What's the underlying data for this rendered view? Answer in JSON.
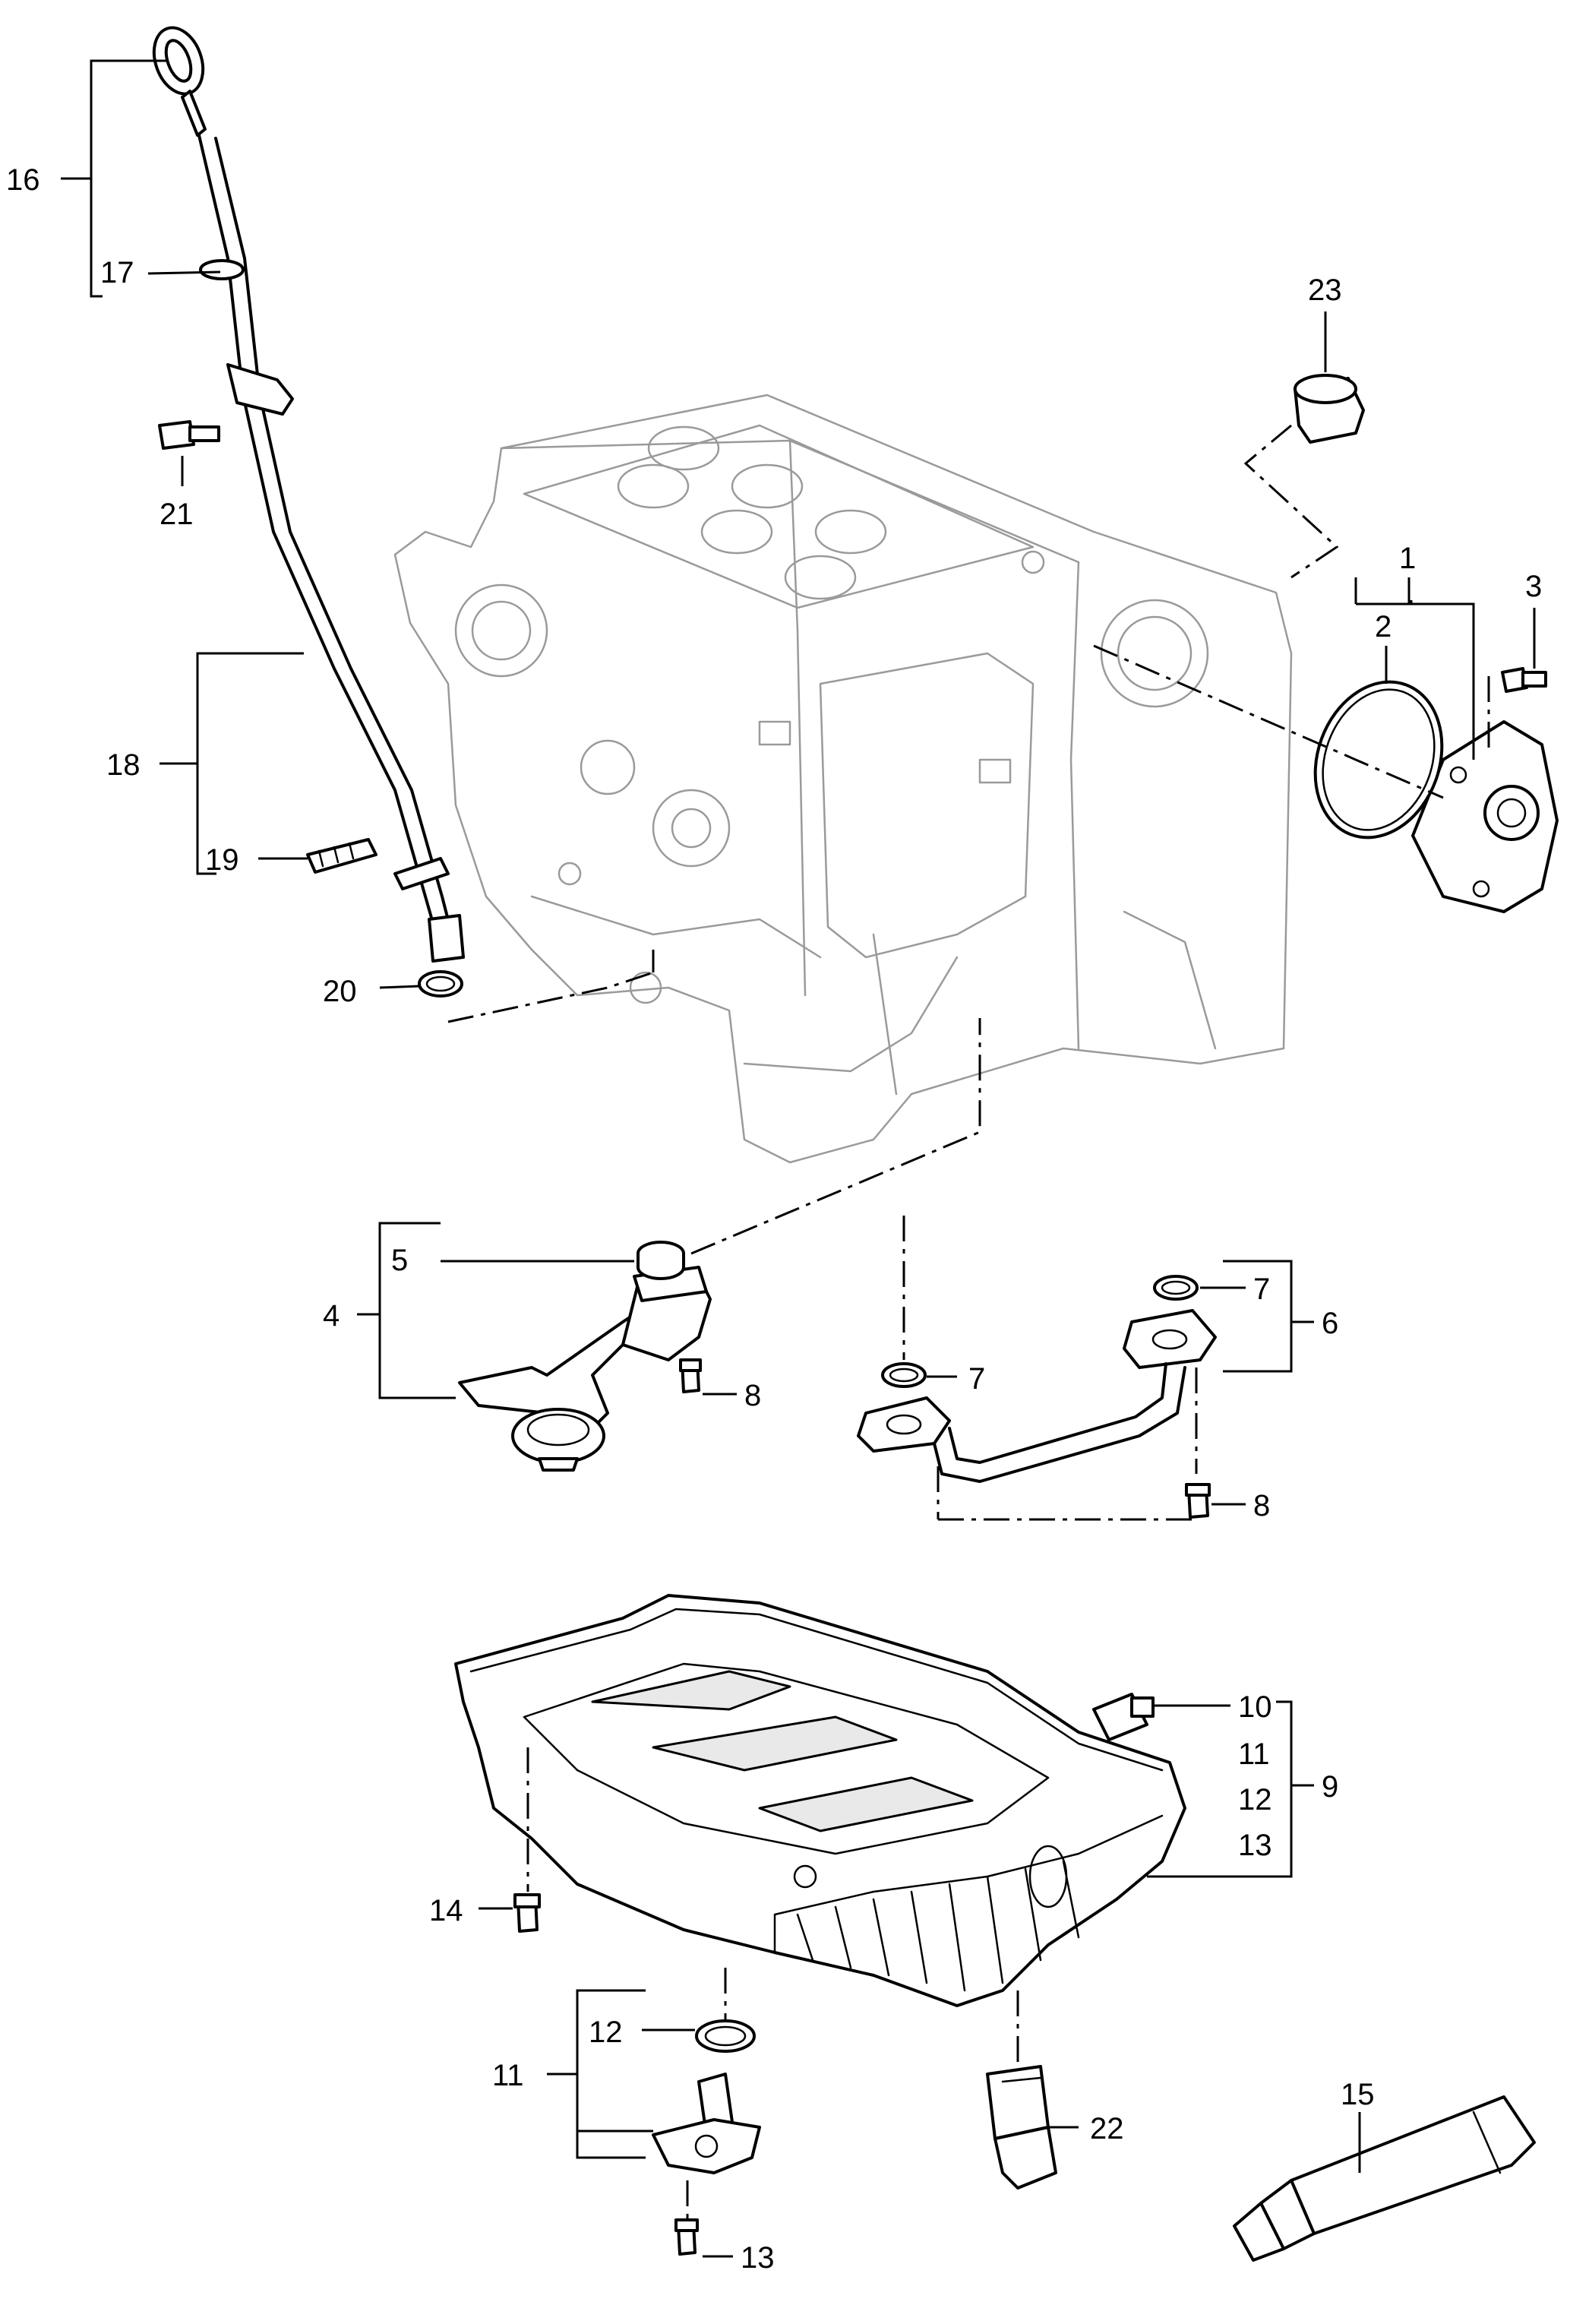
{
  "callouts": {
    "c1": "1",
    "c2": "2",
    "c3": "3",
    "c4": "4",
    "c5": "5",
    "c6": "6",
    "c7a": "7",
    "c7b": "7",
    "c8a": "8",
    "c8b": "8",
    "c9": "9",
    "c10": "10",
    "c11a": "11",
    "c11b": "11",
    "c12a": "12",
    "c12b": "12",
    "c13a": "13",
    "c13b": "13",
    "c14": "14",
    "c15": "15",
    "c16": "16",
    "c17": "17",
    "c18": "18",
    "c19": "19",
    "c20": "20",
    "c21": "21",
    "c22": "22",
    "c23": "23"
  },
  "colors": {
    "ink": "#000000",
    "ghost": "#9a9a9a",
    "background": "#ffffff"
  }
}
